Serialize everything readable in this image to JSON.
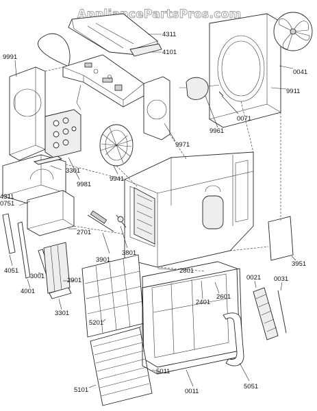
{
  "watermark": "AppliancePartsPros.com",
  "parts": [
    {
      "id": "4311a",
      "number": "4311"
    },
    {
      "id": "4101",
      "number": "4101"
    },
    {
      "id": "9991",
      "number": "9991"
    },
    {
      "id": "0041",
      "number": "0041"
    },
    {
      "id": "9911",
      "number": "9911"
    },
    {
      "id": "0071",
      "number": "0071"
    },
    {
      "id": "9961",
      "number": "9961"
    },
    {
      "id": "9971",
      "number": "9971"
    },
    {
      "id": "3301a",
      "number": "3301"
    },
    {
      "id": "9941",
      "number": "9941"
    },
    {
      "id": "9981",
      "number": "9981"
    },
    {
      "id": "4311b",
      "number": "4311"
    },
    {
      "id": "0751",
      "number": "0751"
    },
    {
      "id": "2701",
      "number": "2701"
    },
    {
      "id": "3801",
      "number": "3801"
    },
    {
      "id": "3901",
      "number": "3901"
    },
    {
      "id": "4051",
      "number": "4051"
    },
    {
      "id": "3001",
      "number": "3001"
    },
    {
      "id": "4001",
      "number": "4001"
    },
    {
      "id": "2901",
      "number": "2901"
    },
    {
      "id": "2801",
      "number": "2801"
    },
    {
      "id": "3951",
      "number": "3951"
    },
    {
      "id": "0021",
      "number": "0021"
    },
    {
      "id": "0031",
      "number": "0031"
    },
    {
      "id": "2601",
      "number": "2601"
    },
    {
      "id": "2401",
      "number": "2401"
    },
    {
      "id": "3301b",
      "number": "3301"
    },
    {
      "id": "5201",
      "number": "5201"
    },
    {
      "id": "5011",
      "number": "5011"
    },
    {
      "id": "5101",
      "number": "5101"
    },
    {
      "id": "0011",
      "number": "0011"
    },
    {
      "id": "5051",
      "number": "5051"
    }
  ]
}
